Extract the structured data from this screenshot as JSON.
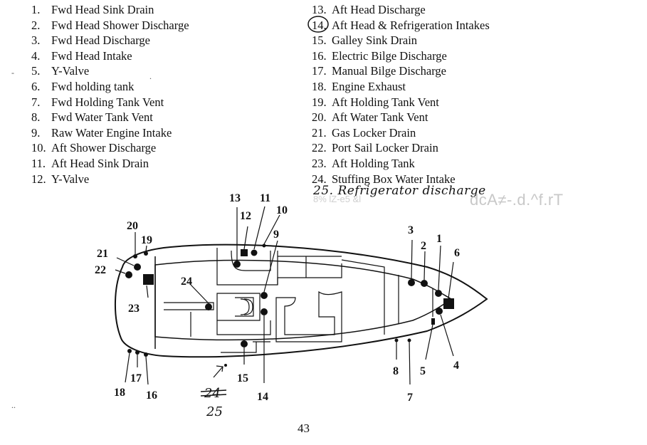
{
  "legend_left": [
    {
      "num": "1.",
      "label": "Fwd Head Sink Drain"
    },
    {
      "num": "2.",
      "label": "Fwd Head Shower Discharge"
    },
    {
      "num": "3.",
      "label": "Fwd Head Discharge"
    },
    {
      "num": "4.",
      "label": "Fwd Head Intake"
    },
    {
      "num": "5.",
      "label": "Y-Valve"
    },
    {
      "num": "6.",
      "label": "Fwd holding tank"
    },
    {
      "num": "7.",
      "label": "Fwd Holding Tank Vent"
    },
    {
      "num": "8.",
      "label": "Fwd Water Tank Vent"
    },
    {
      "num": "9.",
      "label": "Raw Water Engine Intake"
    },
    {
      "num": "10.",
      "label": "Aft Shower Discharge"
    },
    {
      "num": "11.",
      "label": "Aft Head Sink Drain"
    },
    {
      "num": "12.",
      "label": "Y-Valve"
    }
  ],
  "legend_right": [
    {
      "num": "13.",
      "label": "Aft Head Discharge"
    },
    {
      "num": "14.",
      "label": "Aft Head & Refrigeration Intakes",
      "circled": true
    },
    {
      "num": "15.",
      "label": "Galley Sink Drain"
    },
    {
      "num": "16.",
      "label": "Electric Bilge Discharge"
    },
    {
      "num": "17.",
      "label": "Manual Bilge Discharge"
    },
    {
      "num": "18.",
      "label": "Engine Exhaust"
    },
    {
      "num": "19.",
      "label": "Aft Holding Tank Vent"
    },
    {
      "num": "20.",
      "label": "Aft Water Tank Vent"
    },
    {
      "num": "21.",
      "label": "Gas Locker Drain"
    },
    {
      "num": "22.",
      "label": "Port Sail Locker Drain"
    },
    {
      "num": "23.",
      "label": "Aft Holding Tank"
    },
    {
      "num": "24.",
      "label": "Stuffing Box Water Intake"
    }
  ],
  "handwritten_note": "25. Refrigerator discharge",
  "handwritten_correction": {
    "struck": "24",
    "replacement": "25"
  },
  "ghost_text": "dcA≠-.d.^f.rT",
  "ghost_text_small": "8%  lZ-e5  &l",
  "callouts": {
    "c1": "1",
    "c2": "2",
    "c3": "3",
    "c4": "4",
    "c5": "5",
    "c6": "6",
    "c7": "7",
    "c8": "8",
    "c9": "9",
    "c10": "10",
    "c11": "11",
    "c12": "12",
    "c13": "13",
    "c14": "14",
    "c15": "15",
    "c16": "16",
    "c17": "17",
    "c18": "18",
    "c19": "19",
    "c20": "20",
    "c21": "21",
    "c22": "22",
    "c23": "23",
    "c24": "24"
  },
  "page_number": "43",
  "colors": {
    "ink": "#111111",
    "ghost": "#c8c8c8"
  }
}
